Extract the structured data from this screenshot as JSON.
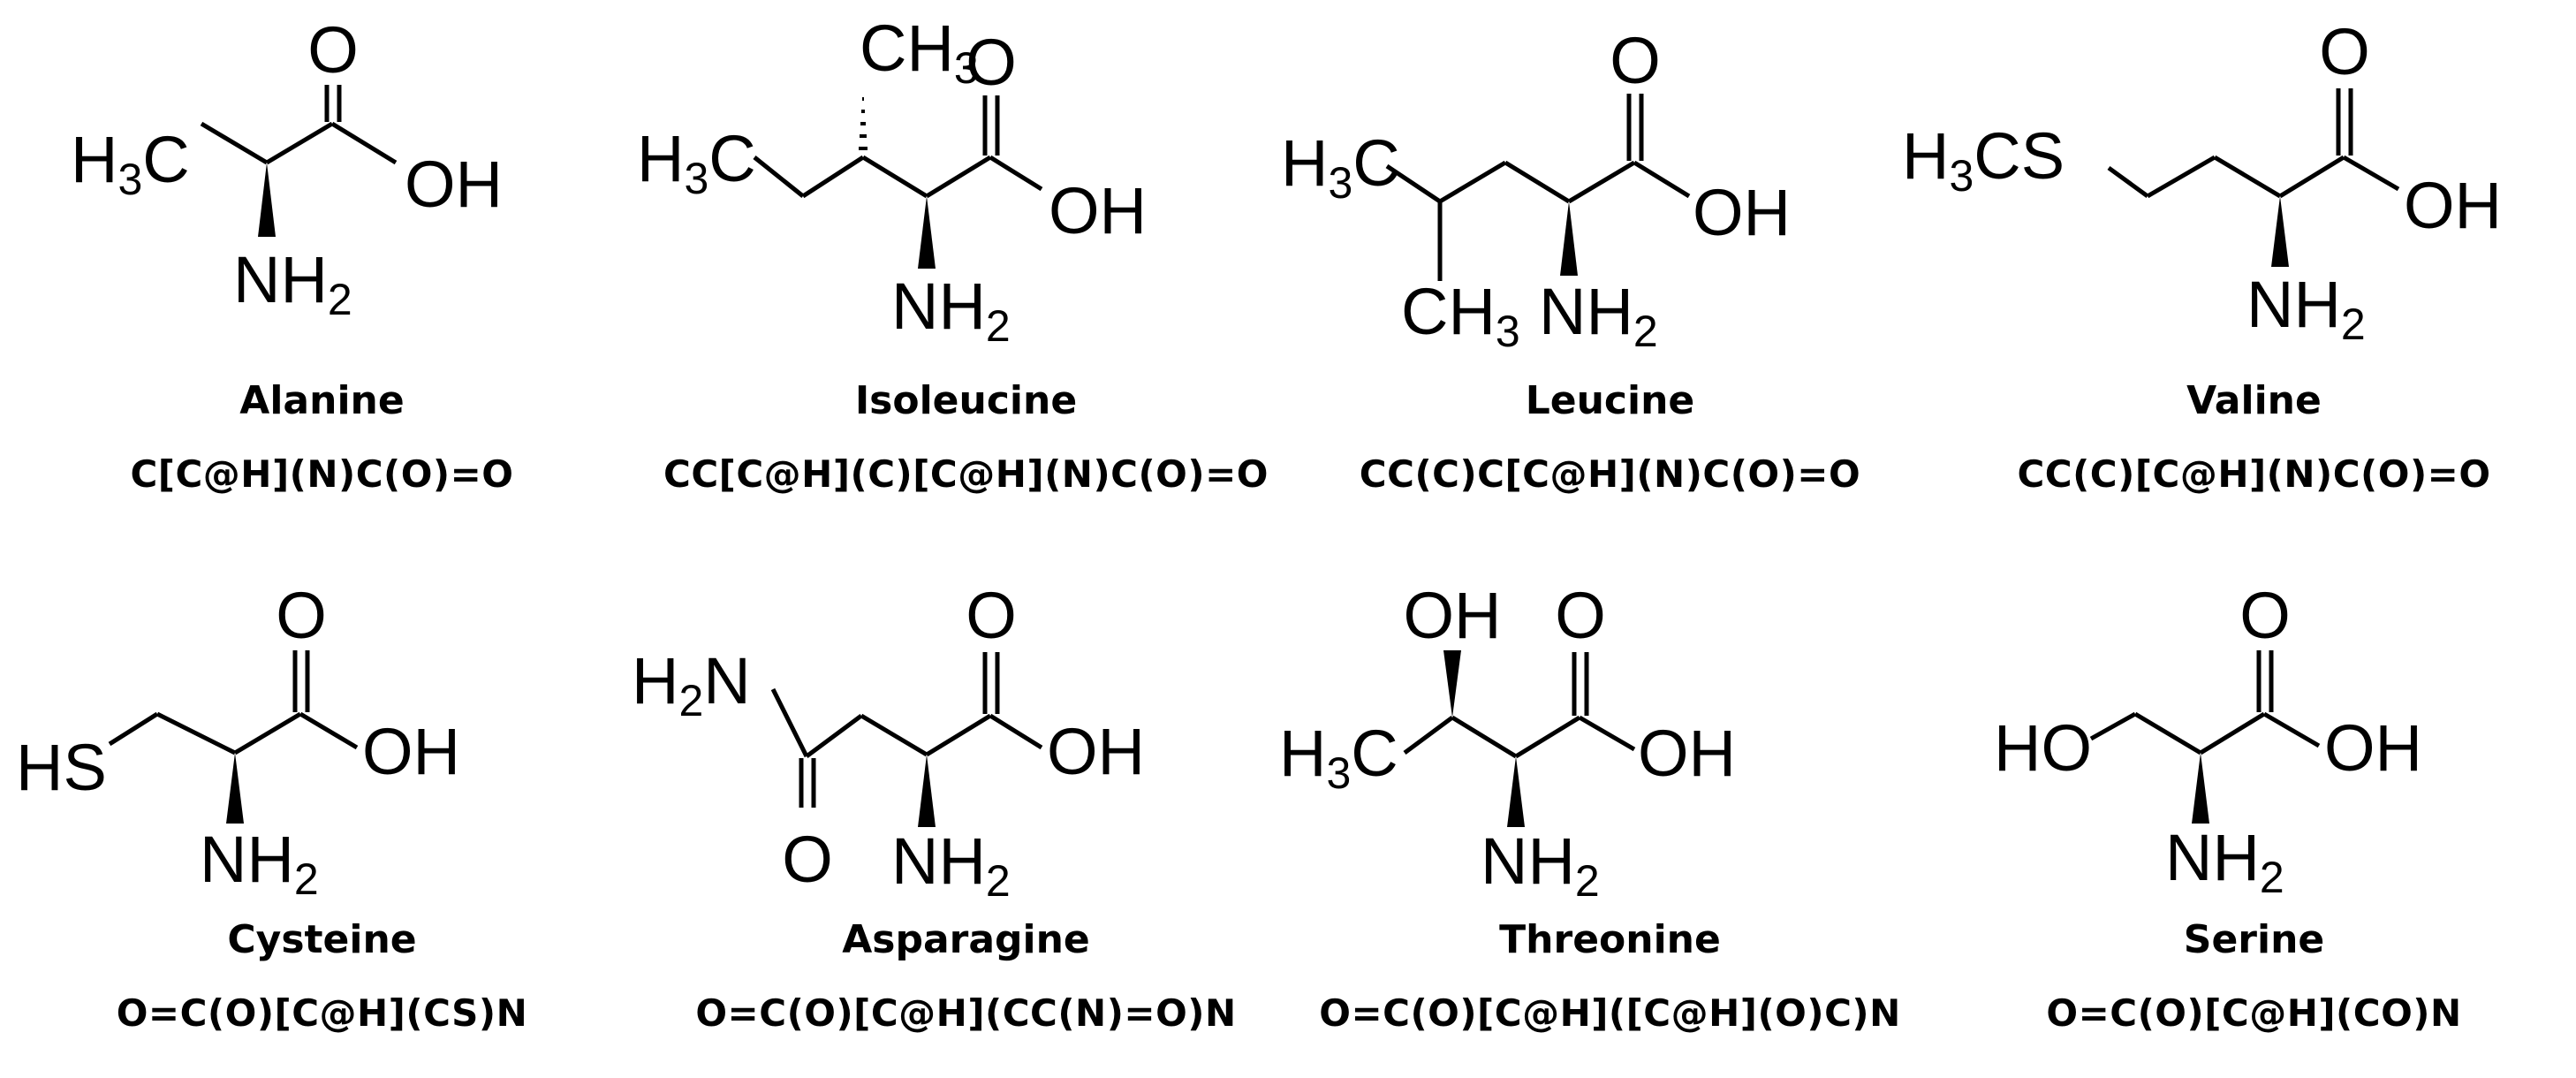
{
  "molecules": [
    {
      "name": "Alanine",
      "smiles": "C[C@H](N)C(O)=O",
      "atoms": [
        {
          "id": "o_top",
          "base": "O",
          "sub": "",
          "tail": ""
        },
        {
          "id": "ch3",
          "base": "H",
          "sub": "3",
          "tail": "C"
        },
        {
          "id": "oh",
          "base": "OH",
          "sub": "",
          "tail": ""
        },
        {
          "id": "nh2",
          "base": "NH",
          "sub": "2",
          "tail": ""
        }
      ]
    },
    {
      "name": "Isoleucine",
      "smiles": "CC[C@H](C)[C@H](N)C(O)=O",
      "atoms": [
        {
          "id": "ch3_top",
          "base": "CH",
          "sub": "3",
          "tail": ""
        },
        {
          "id": "o_top",
          "base": "O",
          "sub": "",
          "tail": ""
        },
        {
          "id": "ch3",
          "base": "H",
          "sub": "3",
          "tail": "C"
        },
        {
          "id": "oh",
          "base": "OH",
          "sub": "",
          "tail": ""
        },
        {
          "id": "nh2",
          "base": "NH",
          "sub": "2",
          "tail": ""
        }
      ]
    },
    {
      "name": "Leucine",
      "smiles": "CC(C)C[C@H](N)C(O)=O",
      "atoms": [
        {
          "id": "o_top",
          "base": "O",
          "sub": "",
          "tail": ""
        },
        {
          "id": "ch3",
          "base": "H",
          "sub": "3",
          "tail": "C"
        },
        {
          "id": "oh",
          "base": "OH",
          "sub": "",
          "tail": ""
        },
        {
          "id": "ch3_low",
          "base": "CH",
          "sub": "3",
          "tail": ""
        },
        {
          "id": "nh2",
          "base": "NH",
          "sub": "2",
          "tail": ""
        }
      ]
    },
    {
      "name": "Valine",
      "smiles": "CC(C)[C@H](N)C(O)=O",
      "atoms": [
        {
          "id": "o_top",
          "base": "O",
          "sub": "",
          "tail": ""
        },
        {
          "id": "h3cs",
          "base": "H",
          "sub": "3",
          "tail": "CS"
        },
        {
          "id": "oh",
          "base": "OH",
          "sub": "",
          "tail": ""
        },
        {
          "id": "nh2",
          "base": "NH",
          "sub": "2",
          "tail": ""
        }
      ]
    },
    {
      "name": "Cysteine",
      "smiles": "O=C(O)[C@H](CS)N",
      "atoms": [
        {
          "id": "o_top",
          "base": "O",
          "sub": "",
          "tail": ""
        },
        {
          "id": "hs",
          "base": "HS",
          "sub": "",
          "tail": ""
        },
        {
          "id": "oh",
          "base": "OH",
          "sub": "",
          "tail": ""
        },
        {
          "id": "nh2",
          "base": "NH",
          "sub": "2",
          "tail": ""
        }
      ]
    },
    {
      "name": "Asparagine",
      "smiles": "O=C(O)[C@H](CC(N)=O)N",
      "atoms": [
        {
          "id": "o_top",
          "base": "O",
          "sub": "",
          "tail": ""
        },
        {
          "id": "h2n",
          "base": "H",
          "sub": "2",
          "tail": "N"
        },
        {
          "id": "oh",
          "base": "OH",
          "sub": "",
          "tail": ""
        },
        {
          "id": "o_low",
          "base": "O",
          "sub": "",
          "tail": ""
        },
        {
          "id": "nh2",
          "base": "NH",
          "sub": "2",
          "tail": ""
        }
      ]
    },
    {
      "name": "Threonine",
      "smiles": "O=C(O)[C@H]([C@H](O)C)N",
      "atoms": [
        {
          "id": "oh_top",
          "base": "OH",
          "sub": "",
          "tail": ""
        },
        {
          "id": "o_top",
          "base": "O",
          "sub": "",
          "tail": ""
        },
        {
          "id": "ch3",
          "base": "H",
          "sub": "3",
          "tail": "C"
        },
        {
          "id": "oh",
          "base": "OH",
          "sub": "",
          "tail": ""
        },
        {
          "id": "nh2",
          "base": "NH",
          "sub": "2",
          "tail": ""
        }
      ]
    },
    {
      "name": "Serine",
      "smiles": "O=C(O)[C@H](CO)N",
      "atoms": [
        {
          "id": "o_top",
          "base": "O",
          "sub": "",
          "tail": ""
        },
        {
          "id": "ho",
          "base": "HO",
          "sub": "",
          "tail": ""
        },
        {
          "id": "oh",
          "base": "OH",
          "sub": "",
          "tail": ""
        },
        {
          "id": "nh2",
          "base": "NH",
          "sub": "2",
          "tail": ""
        }
      ]
    }
  ]
}
